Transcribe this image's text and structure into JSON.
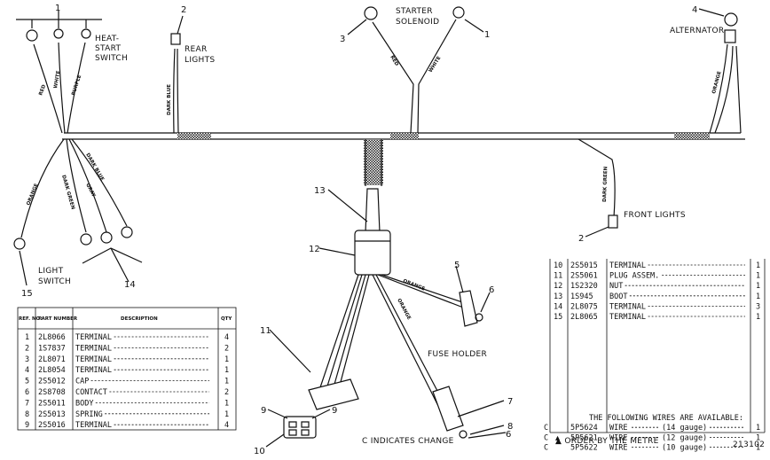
{
  "callouts": {
    "c1": "1",
    "c2a": "2",
    "c2b": "2",
    "c3": "3",
    "c4": "4",
    "c5": "5",
    "c6a": "6",
    "c6b": "6",
    "c7": "7",
    "c8": "8",
    "c9a": "9",
    "c9b": "9",
    "c10": "10",
    "c11": "11",
    "c12": "12",
    "c13": "13",
    "c14": "14",
    "c15": "15"
  },
  "labels": {
    "heat_start_1": "HEAT-",
    "heat_start_2": "START",
    "heat_start_3": "SWITCH",
    "rear_1": "REAR",
    "rear_2": "LIGHTS",
    "starter_1": "STARTER",
    "starter_2": "SOLENOID",
    "alternator": "ALTERNATOR",
    "front_lights": "FRONT LIGHTS",
    "light_switch_1": "LIGHT",
    "light_switch_2": "SWITCH",
    "fuse_holder": "FUSE HOLDER",
    "change_note": "C INDICATES CHANGE",
    "metre_note": "▲ ORDER BY THE METRE",
    "drawing_number": "213102"
  },
  "wires": {
    "red_a": "RED",
    "white_a": "WHITE",
    "purple": "PURPLE",
    "dark_blue_a": "DARK BLUE",
    "red_b": "RED",
    "white_b": "WHITE",
    "orange_a": "ORANGE",
    "dark_green_a": "DARK GREEN",
    "orange_b": "ORANGE",
    "dark_green_b": "DARK GREEN",
    "dark_blue_b": "DARK BLUE",
    "gray": "GRAY",
    "orange_c": "ORANGE",
    "orange_d": "ORANGE"
  },
  "parts_table": {
    "headers": [
      "REF. NO.",
      "PART NUMBER",
      "DESCRIPTION",
      "QTY"
    ],
    "rows": [
      {
        "ref": "1",
        "part": "2L8066",
        "desc": "TERMINAL",
        "qty": "4"
      },
      {
        "ref": "2",
        "part": "1S7837",
        "desc": "TERMINAL",
        "qty": "2"
      },
      {
        "ref": "3",
        "part": "2L8071",
        "desc": "TERMINAL",
        "qty": "1"
      },
      {
        "ref": "4",
        "part": "2L8054",
        "desc": "TERMINAL",
        "qty": "1"
      },
      {
        "ref": "5",
        "part": "2S5012",
        "desc": "CAP",
        "qty": "1"
      },
      {
        "ref": "6",
        "part": "2S8708",
        "desc": "CONTACT",
        "qty": "2"
      },
      {
        "ref": "7",
        "part": "2S5011",
        "desc": "BODY",
        "qty": "1"
      },
      {
        "ref": "8",
        "part": "2S5013",
        "desc": "SPRING",
        "qty": "1"
      },
      {
        "ref": "9",
        "part": "2S5016",
        "desc": "TERMINAL",
        "qty": "4"
      }
    ]
  },
  "parts_table_2": {
    "rows": [
      {
        "ref": "10",
        "part": "2S5015",
        "desc": "TERMINAL",
        "qty": "1"
      },
      {
        "ref": "11",
        "part": "2S5061",
        "desc": "PLUG ASSEM.",
        "qty": "1"
      },
      {
        "ref": "12",
        "part": "1S2320",
        "desc": "NUT",
        "qty": "1"
      },
      {
        "ref": "13",
        "part": "1S945",
        "desc": "BOOT",
        "qty": "1"
      },
      {
        "ref": "14",
        "part": "2L8075",
        "desc": "TERMINAL",
        "qty": "3"
      },
      {
        "ref": "15",
        "part": "2L8065",
        "desc": "TERMINAL",
        "qty": "1"
      }
    ],
    "wires_title": "THE FOLLOWING WIRES ARE AVAILABLE:",
    "wire_rows": [
      {
        "mark": "C",
        "tri": "",
        "part": "5P5624",
        "desc": "WIRE",
        "gauge": "(14 gauge)",
        "qty": "1"
      },
      {
        "mark": "C",
        "tri": "▲",
        "part": "5P5621",
        "desc": "WIRE",
        "gauge": "(12 gauge)",
        "qty": "1"
      },
      {
        "mark": "C",
        "tri": "",
        "part": "5P5622",
        "desc": "WIRE",
        "gauge": "(10 gauge)",
        "qty": "1"
      }
    ]
  }
}
